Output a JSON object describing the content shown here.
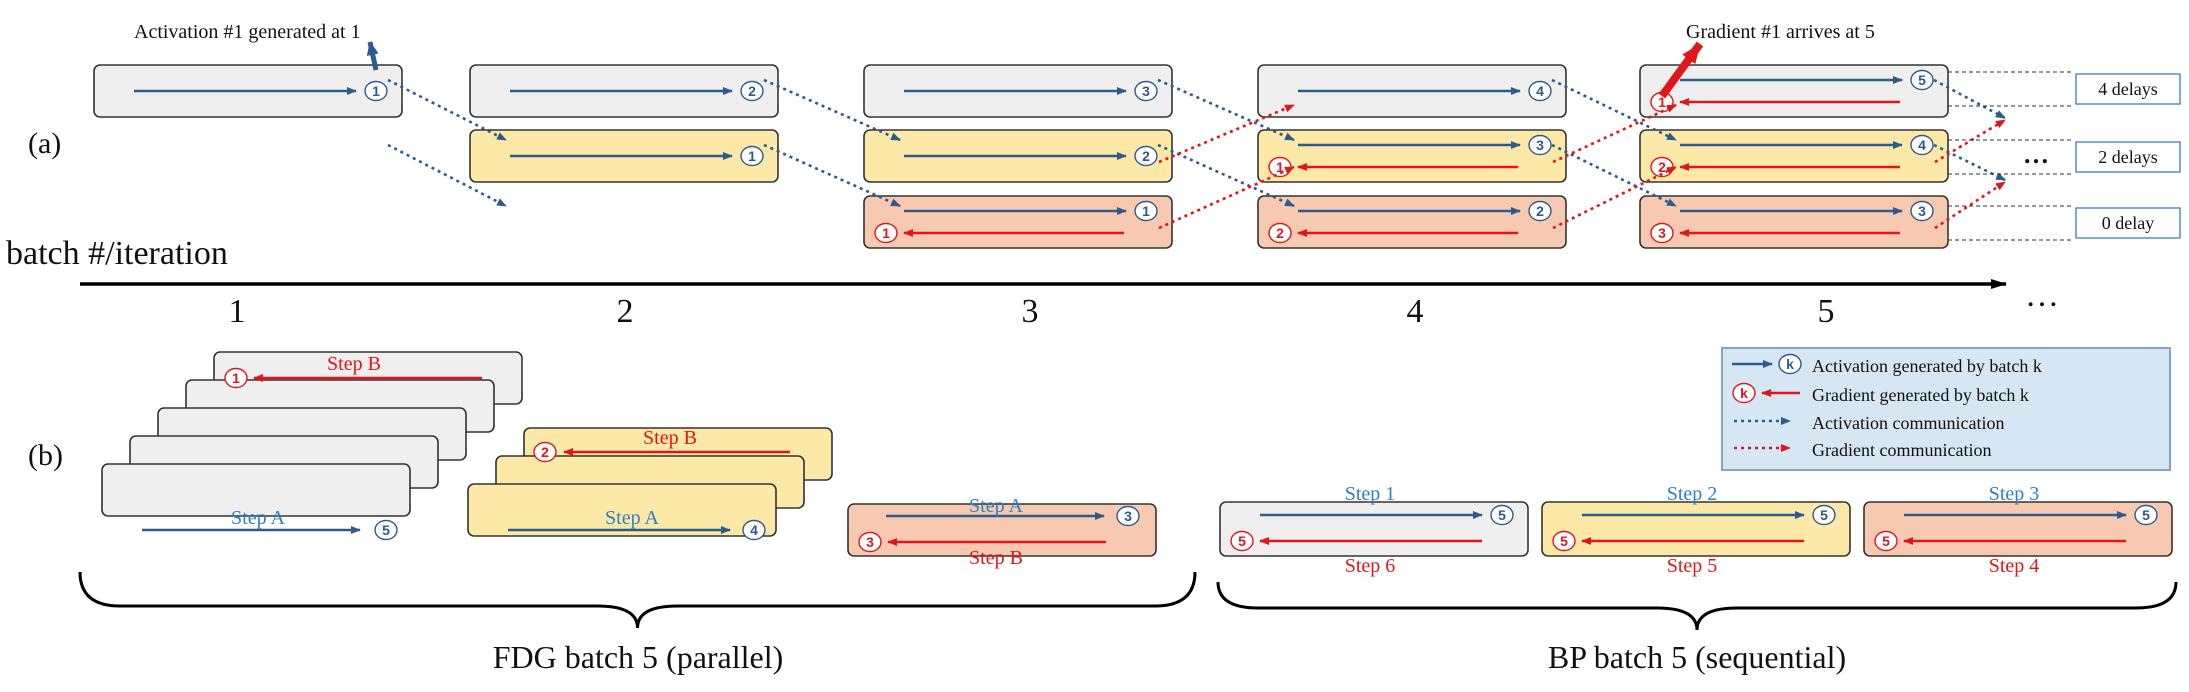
{
  "panel_a_label": "(a)",
  "panel_b_label": "(b)",
  "axis_label": "batch #/iteration",
  "iterations": [
    "1",
    "2",
    "3",
    "4",
    "5"
  ],
  "ellipsis": "…",
  "annotations": {
    "activation_generated": "Activation #1 generated at 1",
    "gradient_arrives": "Gradient #1 arrives at 5"
  },
  "grid": {
    "row1": [
      {
        "iter": 1,
        "act": "1"
      },
      {
        "iter": 2,
        "act": "2"
      },
      {
        "iter": 3,
        "act": "3"
      },
      {
        "iter": 4,
        "act": "4"
      },
      {
        "iter": 5,
        "act": "5",
        "grad": "1"
      }
    ],
    "row2": [
      {
        "iter": 2,
        "act": "1"
      },
      {
        "iter": 3,
        "act": "2"
      },
      {
        "iter": 4,
        "act": "3",
        "grad": "1"
      },
      {
        "iter": 5,
        "act": "4",
        "grad": "2"
      }
    ],
    "row3": [
      {
        "iter": 3,
        "act": "1",
        "grad": "1"
      },
      {
        "iter": 4,
        "act": "2",
        "grad": "2"
      },
      {
        "iter": 5,
        "act": "3",
        "grad": "3"
      }
    ]
  },
  "delays": [
    "4 delays",
    "2 delays",
    "0 delay"
  ],
  "legend": {
    "k": "k",
    "activation": "Activation generated by batch k",
    "gradient": "Gradient generated by batch k",
    "act_comm": "Activation communication",
    "grad_comm": "Gradient communication"
  },
  "fdg": {
    "step_a": "Step A",
    "step_b": "Step B",
    "stack1_grad": "1",
    "stack1_act": "5",
    "stack2_grad": "2",
    "stack2_act": "4",
    "single_act": "3",
    "single_grad": "3",
    "caption": "FDG batch 5 (parallel)"
  },
  "bp": {
    "boxes": [
      {
        "top": "Step 1",
        "bottom": "Step 6",
        "act": "5",
        "grad": "5"
      },
      {
        "top": "Step 2",
        "bottom": "Step 5",
        "act": "5",
        "grad": "5"
      },
      {
        "top": "Step 3",
        "bottom": "Step 4",
        "act": "5",
        "grad": "5"
      }
    ],
    "caption": "BP batch 5 (sequential)"
  },
  "colors": {
    "gray_fill": "#efefef",
    "yellow_fill": "#fce9a8",
    "salmon_fill": "#f7c9b1",
    "blue": "#2e5a8c",
    "red": "#e0161b",
    "step_blue": "#2f7fc1",
    "legend_fill": "#d6e6f3",
    "legend_border": "#7fa6c8",
    "delay_border": "#4a86c5"
  }
}
